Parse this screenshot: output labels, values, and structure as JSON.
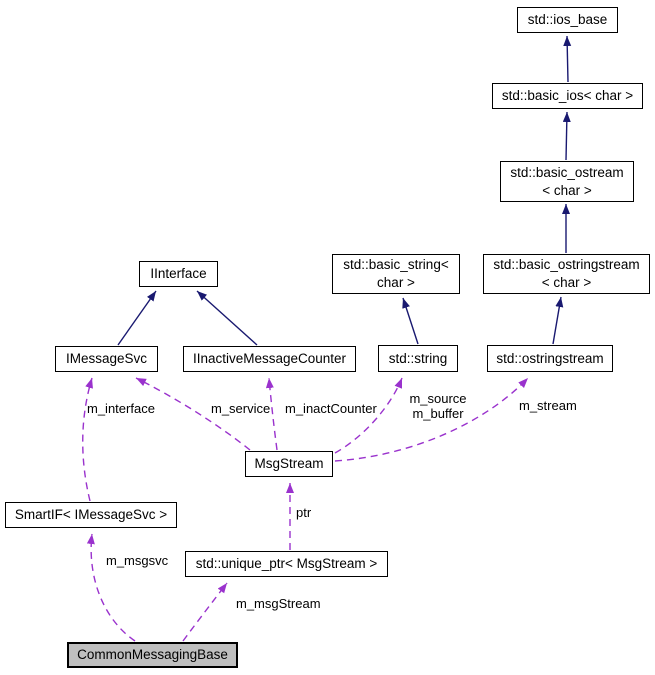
{
  "diagram": {
    "kind": "collaboration-graph",
    "background": "#ffffff",
    "colors": {
      "inheritance_edge": "#191970",
      "usage_edge": "#9a32cd",
      "node_border": "#000000",
      "node_fill": "#ffffff",
      "focus_node_fill": "#bfbfbf",
      "text": "#000000"
    }
  },
  "nodes": [
    {
      "id": "ios_base",
      "label": "std::ios_base"
    },
    {
      "id": "basic_ios",
      "label": "std::basic_ios< char >"
    },
    {
      "id": "basic_ostream",
      "label": "std::basic_ostream\n< char >"
    },
    {
      "id": "basic_ostringstream",
      "label": "std::basic_ostringstream\n< char >"
    },
    {
      "id": "basic_string",
      "label": "std::basic_string<\nchar >"
    },
    {
      "id": "string",
      "label": "std::string"
    },
    {
      "id": "ostringstream",
      "label": "std::ostringstream"
    },
    {
      "id": "IInterface",
      "label": "IInterface"
    },
    {
      "id": "IMessageSvc",
      "label": "IMessageSvc"
    },
    {
      "id": "IInactiveMessageCounter",
      "label": "IInactiveMessageCounter"
    },
    {
      "id": "MsgStream",
      "label": "MsgStream"
    },
    {
      "id": "SmartIF",
      "label": "SmartIF< IMessageSvc >"
    },
    {
      "id": "unique_ptr",
      "label": "std::unique_ptr< MsgStream >"
    },
    {
      "id": "CommonMessagingBase",
      "label": "CommonMessagingBase",
      "focus": true
    }
  ],
  "edges": [
    {
      "from": "basic_ios",
      "to": "ios_base",
      "kind": "inheritance",
      "label": ""
    },
    {
      "from": "basic_ostream",
      "to": "basic_ios",
      "kind": "inheritance",
      "label": ""
    },
    {
      "from": "basic_ostringstream",
      "to": "basic_ostream",
      "kind": "inheritance",
      "label": ""
    },
    {
      "from": "ostringstream",
      "to": "basic_ostringstream",
      "kind": "inheritance",
      "label": ""
    },
    {
      "from": "string",
      "to": "basic_string",
      "kind": "inheritance",
      "label": ""
    },
    {
      "from": "IMessageSvc",
      "to": "IInterface",
      "kind": "inheritance",
      "label": ""
    },
    {
      "from": "IInactiveMessageCounter",
      "to": "IInterface",
      "kind": "inheritance",
      "label": ""
    },
    {
      "from": "SmartIF",
      "to": "IMessageSvc",
      "kind": "usage",
      "label": "m_interface"
    },
    {
      "from": "MsgStream",
      "to": "IMessageSvc",
      "kind": "usage",
      "label": "m_service"
    },
    {
      "from": "MsgStream",
      "to": "IInactiveMessageCounter",
      "kind": "usage",
      "label": "m_inactCounter"
    },
    {
      "from": "MsgStream",
      "to": "string",
      "kind": "usage",
      "label": "m_source\nm_buffer"
    },
    {
      "from": "MsgStream",
      "to": "ostringstream",
      "kind": "usage",
      "label": "m_stream"
    },
    {
      "from": "unique_ptr",
      "to": "MsgStream",
      "kind": "usage",
      "label": "ptr"
    },
    {
      "from": "CommonMessagingBase",
      "to": "SmartIF",
      "kind": "usage",
      "label": "m_msgsvc"
    },
    {
      "from": "CommonMessagingBase",
      "to": "unique_ptr",
      "kind": "usage",
      "label": "m_msgStream"
    }
  ]
}
